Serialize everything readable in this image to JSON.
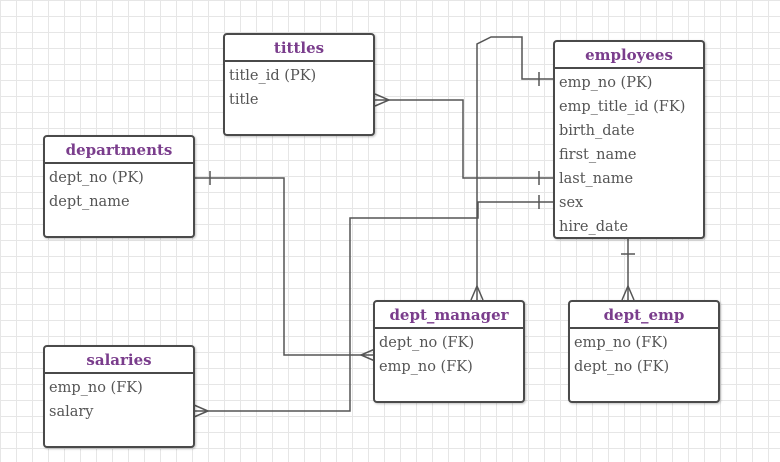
{
  "colors": {
    "title": "#7a3d8c",
    "border": "#4a4a4a",
    "connector": "#555555",
    "attribute": "#555555",
    "grid": "#e6e6e6"
  },
  "entities": {
    "tittles": {
      "title": "tittles",
      "attributes": [
        "title_id (PK)",
        "title"
      ]
    },
    "employees": {
      "title": "employees",
      "attributes": [
        "emp_no  (PK)",
        "emp_title_id  (FK)",
        "birth_date",
        "first_name",
        "last_name",
        "sex",
        "hire_date"
      ]
    },
    "departments": {
      "title": "departments",
      "attributes": [
        "dept_no  (PK)",
        "dept_name"
      ]
    },
    "dept_manager": {
      "title": "dept_manager",
      "attributes": [
        "dept_no  (FK)",
        "emp_no  (FK)"
      ]
    },
    "dept_emp": {
      "title": "dept_emp",
      "attributes": [
        "emp_no  (FK)",
        "dept_no  (FK)"
      ]
    },
    "salaries": {
      "title": "salaries",
      "attributes": [
        "emp_no  (FK)",
        "salary"
      ]
    }
  },
  "relationships": [
    {
      "from": "tittles.title",
      "to": "employees.last_name",
      "from_end": "many",
      "to_end": "one"
    },
    {
      "from": "departments.dept_no",
      "to": "dept_manager.dept_no",
      "from_end": "one",
      "to_end": "many"
    },
    {
      "from": "employees.emp_no",
      "to": "dept_manager.top",
      "from_end": "one",
      "to_end": "many"
    },
    {
      "from": "employees.sex",
      "to": "salaries.salary",
      "from_end": "one",
      "to_end": "many"
    },
    {
      "from": "employees.bottom",
      "to": "dept_emp.top",
      "from_end": "one",
      "to_end": "many"
    }
  ]
}
